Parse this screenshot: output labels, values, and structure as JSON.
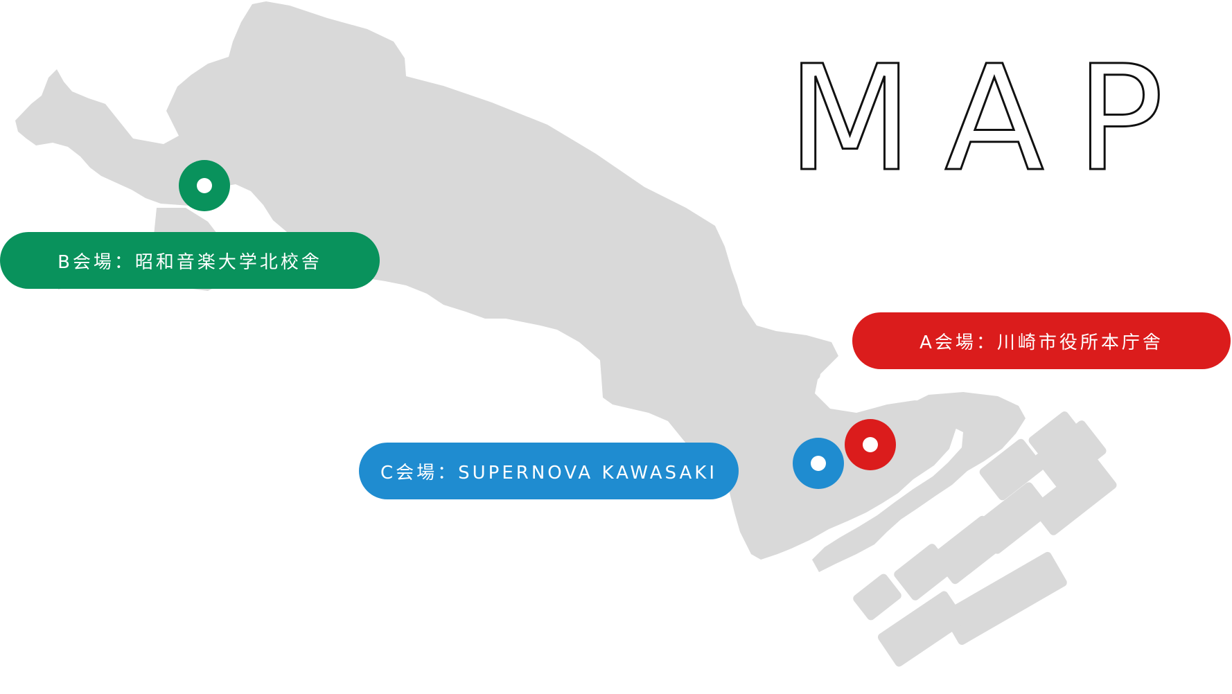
{
  "title": "MAP",
  "colors": {
    "land": "#d9d9d9",
    "venue_a": "#db1c1c",
    "venue_b": "#09925c",
    "venue_c": "#1f8cd0",
    "background": "#ffffff"
  },
  "venues": {
    "a": {
      "label": "A会場：川崎市役所本庁舎",
      "color": "#db1c1c"
    },
    "b": {
      "label": "B会場：昭和音楽大学北校舎",
      "color": "#09925c"
    },
    "c": {
      "label": "C会場：SUPERNOVA KAWASAKI",
      "color": "#1f8cd0"
    }
  }
}
